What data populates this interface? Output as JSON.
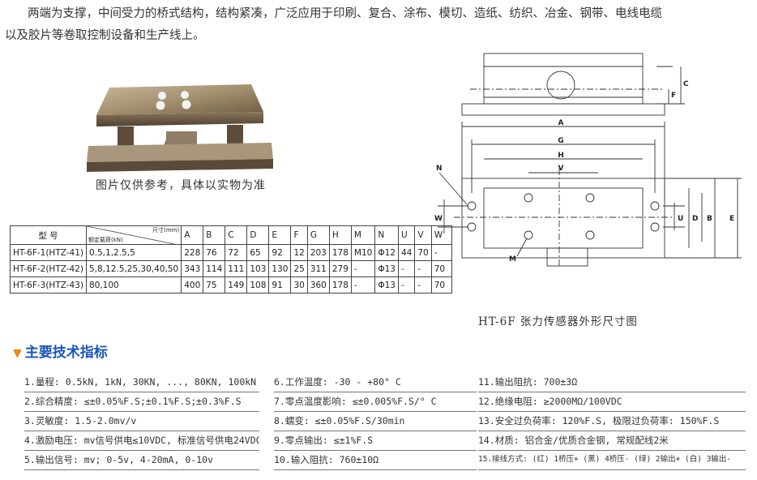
{
  "intro": {
    "line1": "两端为支撑，中间受力的桥式结构，结构紧凑，广泛应用于印刷、复合、涂布、模切、造纸、纺织、冶金、钢带、电线电缆",
    "line2": "以及胶片等卷取控制设备和生产线上。"
  },
  "photo_caption": "图片仅供参考，具体以实物为准",
  "spec_table": {
    "header_model": "型 号",
    "header_load": "额定载荷(kN)",
    "header_dim": "尺寸(mm)",
    "columns": [
      "A",
      "B",
      "C",
      "D",
      "E",
      "F",
      "G",
      "H",
      "M",
      "N",
      "U",
      "V",
      "W"
    ],
    "rows": [
      {
        "model": "HT-6F-1(HTZ-41)",
        "load": "0.5,1,2.5,5",
        "vals": [
          "228",
          "76",
          "72",
          "65",
          "92",
          "12",
          "203",
          "178",
          "M10",
          "Φ12",
          "44",
          "70",
          "-"
        ]
      },
      {
        "model": "HT-6F-2(HTZ-42)",
        "load": "5,8,12.5,25,30,40,50",
        "vals": [
          "343",
          "114",
          "111",
          "103",
          "130",
          "25",
          "311",
          "279",
          "-",
          "Φ13",
          "-",
          "-",
          "70"
        ]
      },
      {
        "model": "HT-6F-3(HTZ-43)",
        "load": "80,100",
        "vals": [
          "400",
          "75",
          "149",
          "108",
          "91",
          "30",
          "360",
          "178",
          "-",
          "Φ13",
          "-",
          "-",
          "70"
        ]
      }
    ]
  },
  "diagram": {
    "title": "HT-6F 张力传感器外形尺寸图",
    "labels": {
      "A": "A",
      "G": "G",
      "H": "H",
      "V": "V",
      "N": "N",
      "M": "M",
      "W": "W",
      "U": "U",
      "D": "D",
      "B": "B",
      "E": "E",
      "F": "F",
      "C": "C"
    }
  },
  "section_title": "主要技术指标",
  "tech": [
    "1.量程:  0.5kN, 1kN, 30KN, ..., 80KN, 100kN",
    "2.综合精度: ≤±0.05%F.S;±0.1%F.S;±0.3%F.S",
    "3.灵敏度: 1.5-2.0mv/v",
    "4.激励电压: mv信号供电≤10VDC, 标准信号供电24VDC",
    "5.输出信号: mv; 0-5v, 4-20mA, 0-10v",
    "6.工作温度: -30 - +80° C",
    "7.零点温度影响: ≤±0.005%F.S/° C",
    "8.蠕变: ≤±0.05%F.S/30min",
    "9.零点输出: ≤±1%F.S",
    "10.输入阻抗: 760±10Ω",
    "11.输出阻抗: 700±3Ω",
    "12.绝缘电阻: ≥2000MΩ/100VDC",
    "13.安全过负荷率: 120%F.S, 极限过负荷率: 150%F.S",
    "14.材质: 铝合金/优质合金钢, 常规配线2米",
    "15.接线方式: (红) 1桥压+ (黑) 4桥压- (绿) 2输出+ (白) 3输出-"
  ]
}
